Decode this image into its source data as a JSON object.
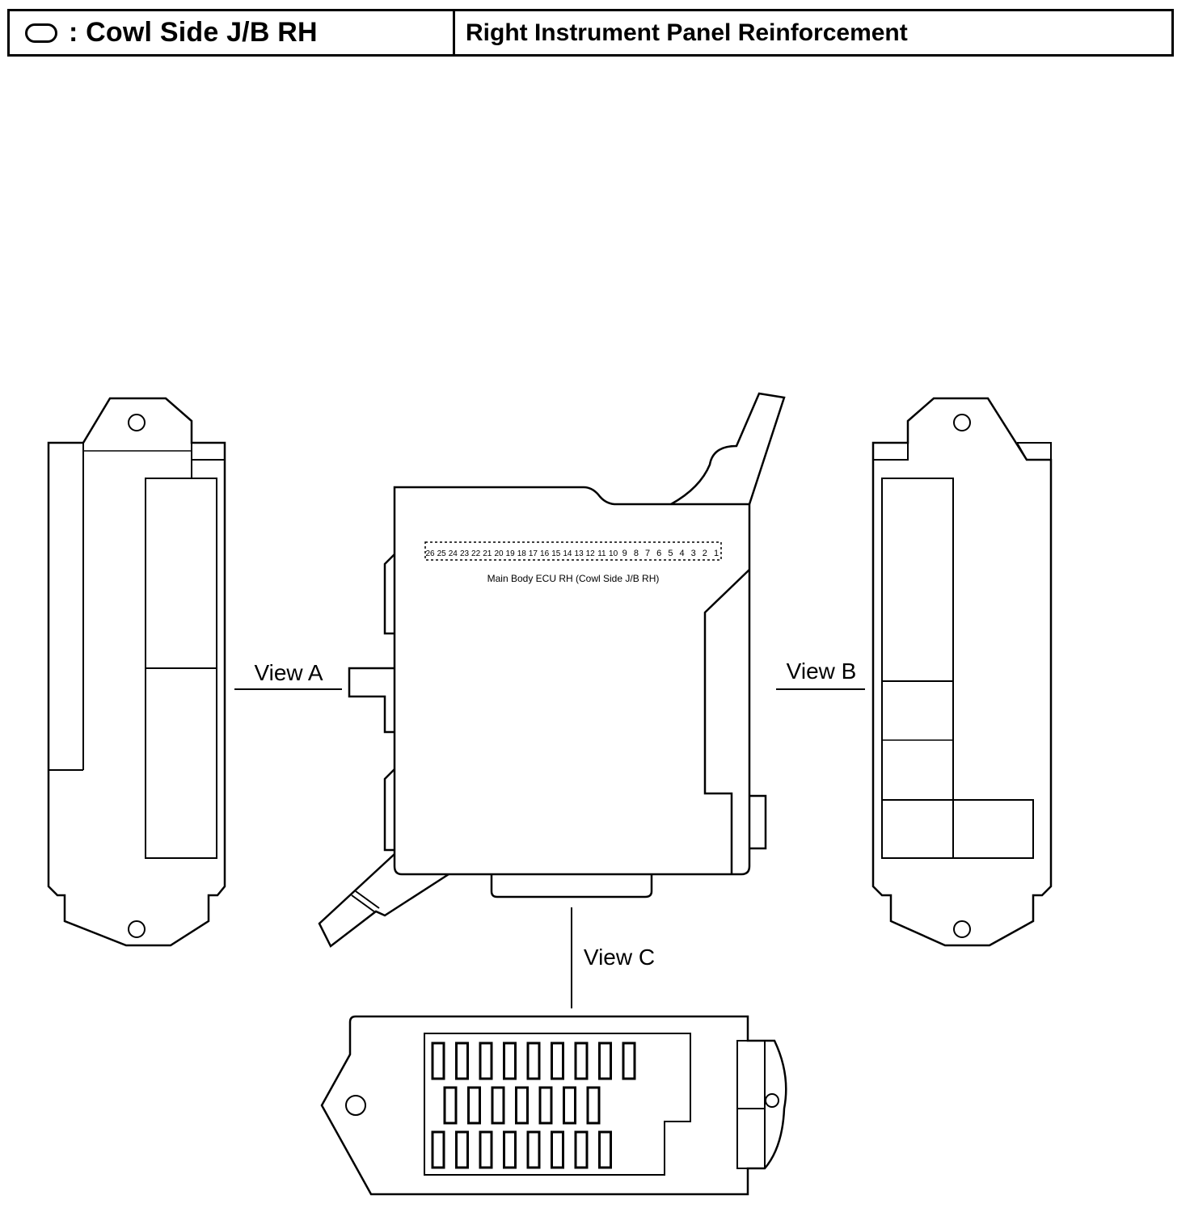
{
  "header": {
    "symbol": "oval-symbol",
    "title": ": Cowl Side J/B RH",
    "location": "Right Instrument Panel Reinforcement"
  },
  "views": {
    "a": "View A",
    "b": "View B",
    "c": "View C"
  },
  "ecu_label": "Main Body ECU RH (Cowl Side J/B RH)",
  "pins": [
    "26",
    "25",
    "24",
    "23",
    "22",
    "21",
    "20",
    "19",
    "18",
    "17",
    "16",
    "15",
    "14",
    "13",
    "12",
    "11",
    "10",
    "9",
    "8",
    "7",
    "6",
    "5",
    "4",
    "3",
    "2",
    "1"
  ]
}
